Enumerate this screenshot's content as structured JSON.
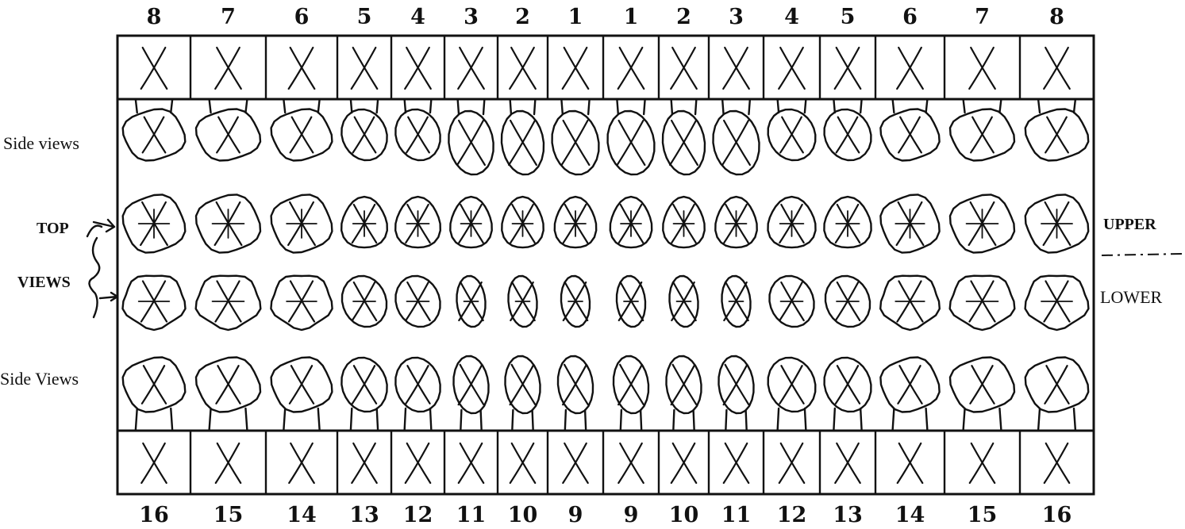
{
  "upper_numbers": [
    "8",
    "7",
    "6",
    "5",
    "4",
    "3",
    "2",
    "1",
    "1",
    "2",
    "3",
    "4",
    "5",
    "6",
    "7",
    "8"
  ],
  "lower_numbers": [
    "16",
    "15",
    "14",
    "13",
    "12",
    "11",
    "10",
    "9",
    "9",
    "10",
    "11",
    "12",
    "13",
    "14",
    "15",
    "16"
  ],
  "labels": {
    "side_views_upper": "Side views",
    "top": "TOP",
    "views": "VIEWS",
    "side_views_lower": "Side Views",
    "upper": "UPPER",
    "lower": "LOWER"
  },
  "marking": "X"
}
